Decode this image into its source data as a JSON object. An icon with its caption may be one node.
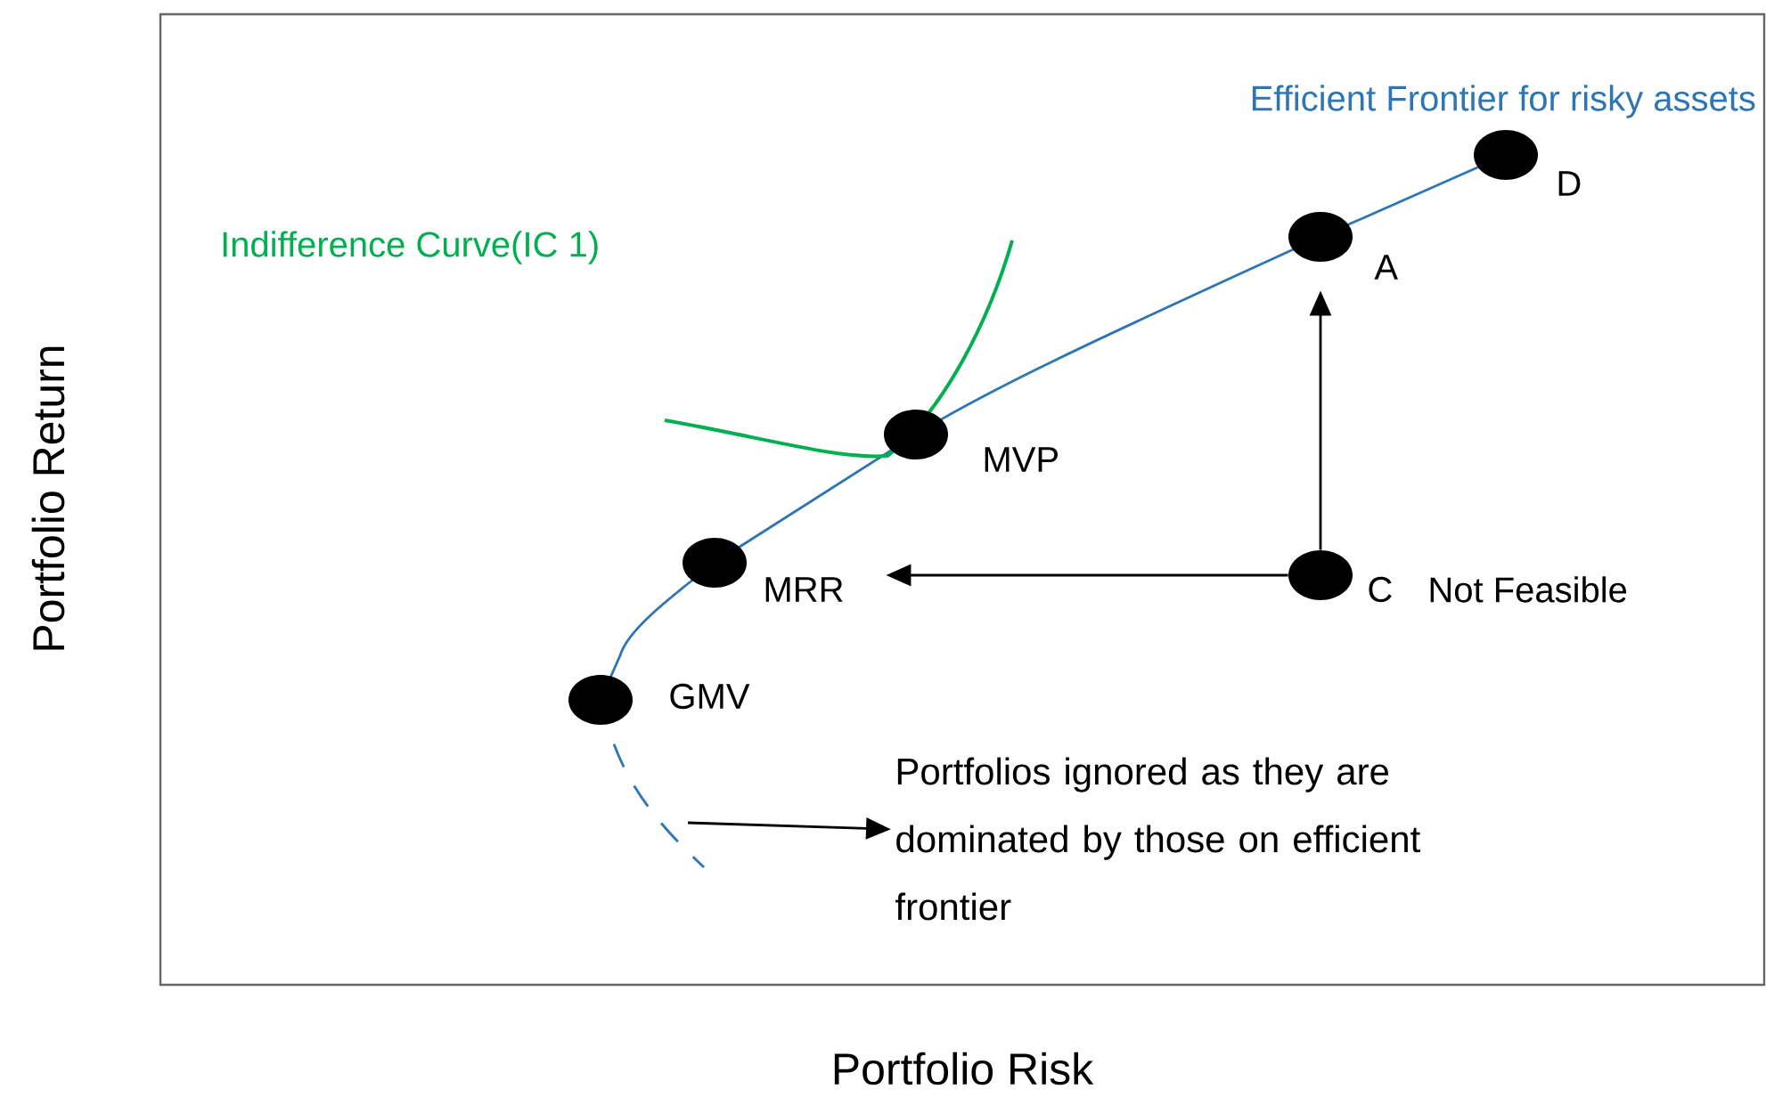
{
  "diagram": {
    "nodes": [
      {
        "text": [],
        "shape": "circle",
        "beside": [
          "D"
        ]
      },
      {
        "text": [],
        "shape": "circle",
        "beside": [
          "A"
        ]
      },
      {
        "text": [],
        "shape": "circle",
        "beside": [
          "MVP"
        ]
      },
      {
        "text": [],
        "shape": "circle",
        "beside": [
          "MRR"
        ]
      },
      {
        "text": [],
        "shape": "circle",
        "beside": [
          "C",
          "Not Feasible"
        ]
      },
      {
        "text": [],
        "shape": "circle",
        "beside": [
          "GMV"
        ]
      },
      {
        "text": [
          "Portfolios ignored as they are dominated by those on efficient frontier"
        ]
      }
    ],
    "edges": [
      {
        "from": 4,
        "to": 1,
        "arrow": "to"
      },
      {
        "from": 4,
        "to": 3,
        "arrow": "to"
      },
      {
        "from": null,
        "to": 6,
        "arrow": "to"
      }
    ],
    "labels": [
      "Efficient Frontier for risky assets",
      "Indifference Curve(IC 1)",
      "Portfolio Return",
      "Portfolio Risk"
    ]
  }
}
